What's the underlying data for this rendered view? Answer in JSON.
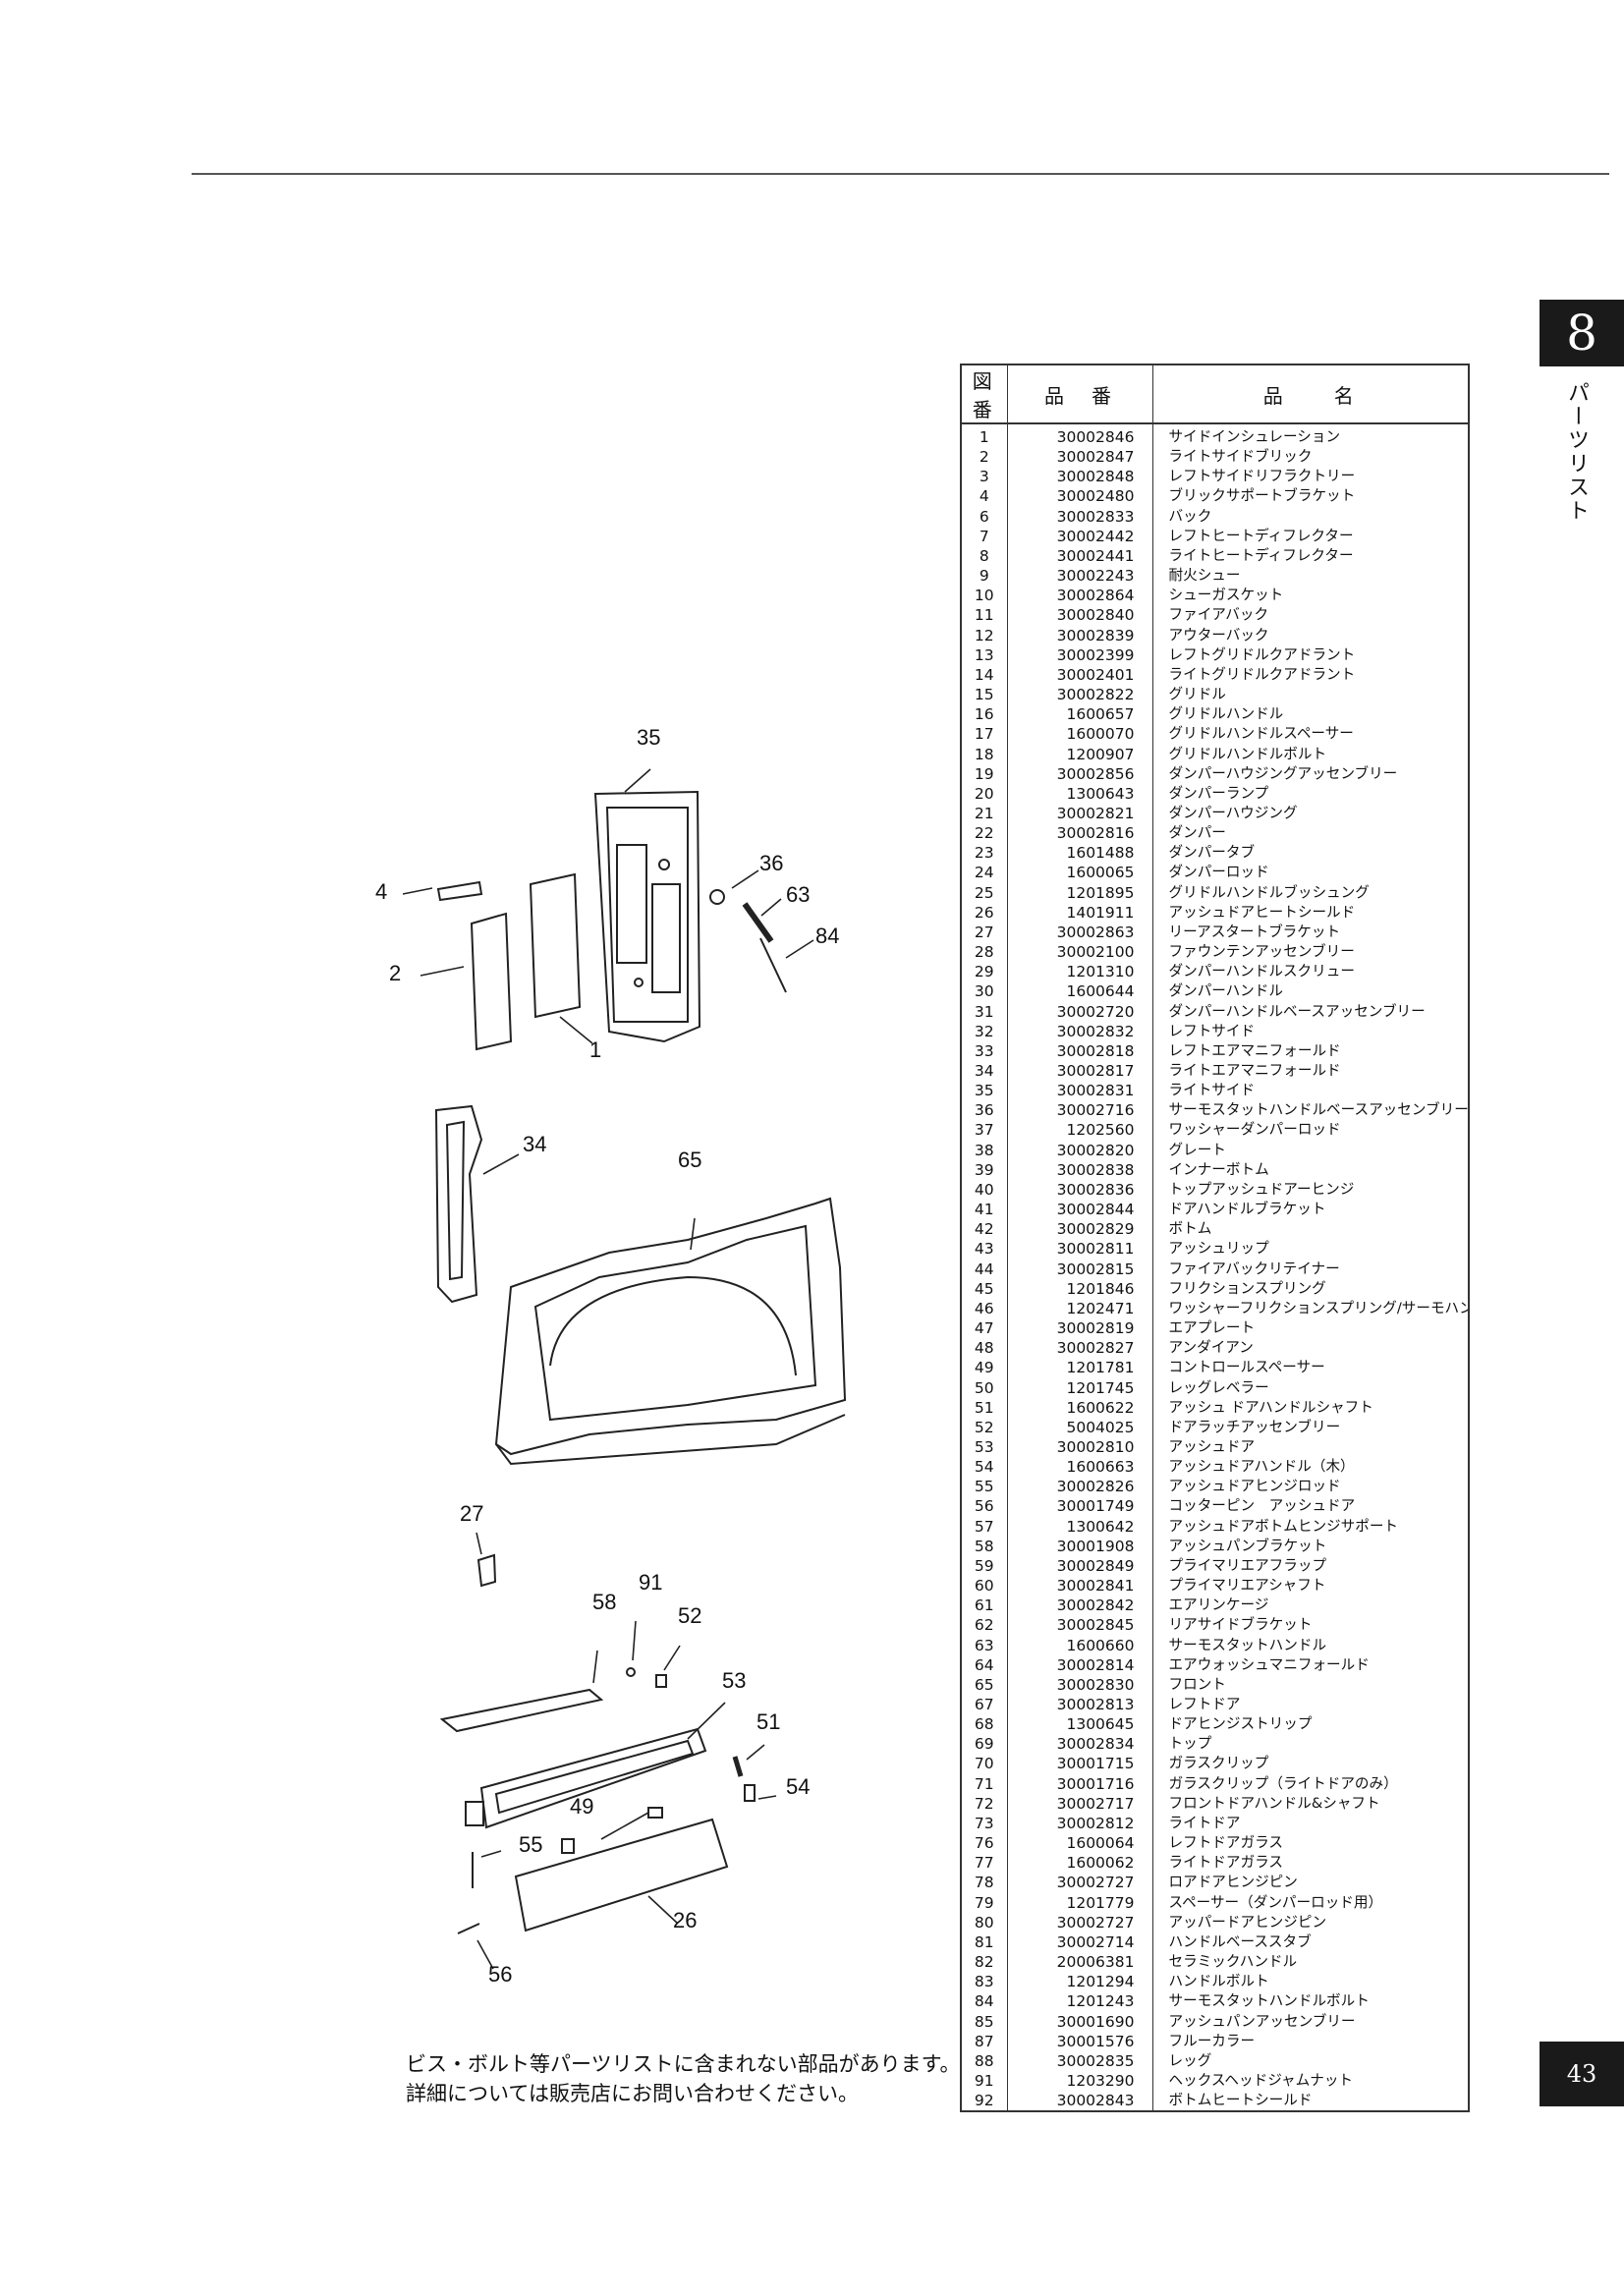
{
  "section": {
    "number": "8",
    "title": "パーツリスト"
  },
  "page_number": "43",
  "table": {
    "headers": {
      "fig": "図番",
      "part_no": "品　番",
      "name": "品　　名"
    },
    "rows": [
      [
        "1",
        "30002846",
        "サイドインシュレーション"
      ],
      [
        "2",
        "30002847",
        "ライトサイドブリック"
      ],
      [
        "3",
        "30002848",
        "レフトサイドリフラクトリー"
      ],
      [
        "4",
        "30002480",
        "ブリックサポートブラケット"
      ],
      [
        "6",
        "30002833",
        "バック"
      ],
      [
        "7",
        "30002442",
        "レフトヒートディフレクター"
      ],
      [
        "8",
        "30002441",
        "ライトヒートディフレクター"
      ],
      [
        "9",
        "30002243",
        "耐火シュー"
      ],
      [
        "10",
        "30002864",
        "シューガスケット"
      ],
      [
        "11",
        "30002840",
        "ファイアバック"
      ],
      [
        "12",
        "30002839",
        "アウターバック"
      ],
      [
        "13",
        "30002399",
        "レフトグリドルクアドラント"
      ],
      [
        "14",
        "30002401",
        "ライトグリドルクアドラント"
      ],
      [
        "15",
        "30002822",
        "グリドル"
      ],
      [
        "16",
        "1600657",
        "グリドルハンドル"
      ],
      [
        "17",
        "1600070",
        "グリドルハンドルスペーサー"
      ],
      [
        "18",
        "1200907",
        "グリドルハンドルボルト"
      ],
      [
        "19",
        "30002856",
        "ダンパーハウジングアッセンブリー"
      ],
      [
        "20",
        "1300643",
        "ダンパーランプ"
      ],
      [
        "21",
        "30002821",
        "ダンパーハウジング"
      ],
      [
        "22",
        "30002816",
        "ダンパー"
      ],
      [
        "23",
        "1601488",
        "ダンパータブ"
      ],
      [
        "24",
        "1600065",
        "ダンパーロッド"
      ],
      [
        "25",
        "1201895",
        "グリドルハンドルブッシュング"
      ],
      [
        "26",
        "1401911",
        "アッシュドアヒートシールド"
      ],
      [
        "27",
        "30002863",
        "リーアスタートブラケット"
      ],
      [
        "28",
        "30002100",
        "ファウンテンアッセンブリー"
      ],
      [
        "29",
        "1201310",
        "ダンパーハンドルスクリュー"
      ],
      [
        "30",
        "1600644",
        "ダンパーハンドル"
      ],
      [
        "31",
        "30002720",
        "ダンパーハンドルベースアッセンブリー"
      ],
      [
        "32",
        "30002832",
        "レフトサイド"
      ],
      [
        "33",
        "30002818",
        "レフトエアマニフォールド"
      ],
      [
        "34",
        "30002817",
        "ライトエアマニフォールド"
      ],
      [
        "35",
        "30002831",
        "ライトサイド"
      ],
      [
        "36",
        "30002716",
        "サーモスタットハンドルベースアッセンブリー"
      ],
      [
        "37",
        "1202560",
        "ワッシャーダンパーロッド"
      ],
      [
        "38",
        "30002820",
        "グレート"
      ],
      [
        "39",
        "30002838",
        "インナーボトム"
      ],
      [
        "40",
        "30002836",
        "トップアッシュドアーヒンジ"
      ],
      [
        "41",
        "30002844",
        "ドアハンドルブラケット"
      ],
      [
        "42",
        "30002829",
        "ボトム"
      ],
      [
        "43",
        "30002811",
        "アッシュリップ"
      ],
      [
        "44",
        "30002815",
        "ファイアバックリテイナー"
      ],
      [
        "45",
        "1201846",
        "フリクションスプリング"
      ],
      [
        "46",
        "1202471",
        "ワッシャーフリクションスプリング/サーモハンドルリンケージ"
      ],
      [
        "47",
        "30002819",
        "エアプレート"
      ],
      [
        "48",
        "30002827",
        "アンダイアン"
      ],
      [
        "49",
        "1201781",
        "コントロールスペーサー"
      ],
      [
        "50",
        "1201745",
        "レッグレベラー"
      ],
      [
        "51",
        "1600622",
        "アッシュ ドアハンドルシャフト"
      ],
      [
        "52",
        "5004025",
        "ドアラッチアッセンブリー"
      ],
      [
        "53",
        "30002810",
        "アッシュドア"
      ],
      [
        "54",
        "1600663",
        "アッシュドアハンドル（木）"
      ],
      [
        "55",
        "30002826",
        "アッシュドアヒンジロッド"
      ],
      [
        "56",
        "30001749",
        "コッターピン　アッシュドア"
      ],
      [
        "57",
        "1300642",
        "アッシュドアボトムヒンジサポート"
      ],
      [
        "58",
        "30001908",
        "アッシュパンブラケット"
      ],
      [
        "59",
        "30002849",
        "プライマリエアフラップ"
      ],
      [
        "60",
        "30002841",
        "プライマリエアシャフト"
      ],
      [
        "61",
        "30002842",
        "エアリンケージ"
      ],
      [
        "62",
        "30002845",
        "リアサイドブラケット"
      ],
      [
        "63",
        "1600660",
        "サーモスタットハンドル"
      ],
      [
        "64",
        "30002814",
        "エアウォッシュマニフォールド"
      ],
      [
        "65",
        "30002830",
        "フロント"
      ],
      [
        "67",
        "30002813",
        "レフトドア"
      ],
      [
        "68",
        "1300645",
        "ドアヒンジストリップ"
      ],
      [
        "69",
        "30002834",
        "トップ"
      ],
      [
        "70",
        "30001715",
        "ガラスクリップ"
      ],
      [
        "71",
        "30001716",
        "ガラスクリップ（ライトドアのみ）"
      ],
      [
        "72",
        "30002717",
        "フロントドアハンドル&シャフト"
      ],
      [
        "73",
        "30002812",
        "ライトドア"
      ],
      [
        "76",
        "1600064",
        "レフトドアガラス"
      ],
      [
        "77",
        "1600062",
        "ライトドアガラス"
      ],
      [
        "78",
        "30002727",
        "ロアドアヒンジピン"
      ],
      [
        "79",
        "1201779",
        "スペーサー（ダンパーロッド用）"
      ],
      [
        "80",
        "30002727",
        "アッパードアヒンジピン"
      ],
      [
        "81",
        "30002714",
        "ハンドルベーススタブ"
      ],
      [
        "82",
        "20006381",
        "セラミックハンドル"
      ],
      [
        "83",
        "1201294",
        "ハンドルボルト"
      ],
      [
        "84",
        "1201243",
        "サーモスタットハンドルボルト"
      ],
      [
        "85",
        "30001690",
        "アッシュパンアッセンブリー"
      ],
      [
        "87",
        "30001576",
        "フルーカラー"
      ],
      [
        "88",
        "30002835",
        "レッグ"
      ],
      [
        "91",
        "1203290",
        "ヘックスヘッドジャムナット"
      ],
      [
        "92",
        "30002843",
        "ボトムヒートシールド"
      ]
    ]
  },
  "note": {
    "line1": "ビス・ボルト等パーツリストに含まれない部品があります。",
    "line2": "詳細については販売店にお問い合わせください。"
  },
  "callouts": {
    "c35": "35",
    "c4": "4",
    "c2": "2",
    "c36": "36",
    "c63": "63",
    "c84": "84",
    "c1": "1",
    "c34": "34",
    "c65": "65",
    "c27": "27",
    "c91": "91",
    "c58": "58",
    "c52": "52",
    "c53": "53",
    "c51": "51",
    "c54": "54",
    "c49": "49",
    "c55": "55",
    "c26": "26",
    "c56": "56"
  }
}
